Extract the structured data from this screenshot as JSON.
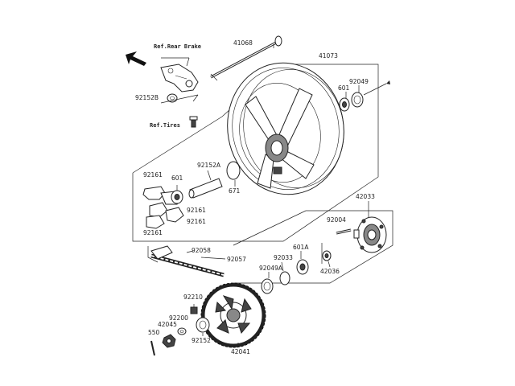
{
  "refs": {
    "rear_brake": "Ref.Rear Brake",
    "tires": "Ref.Tires"
  },
  "parts": {
    "p41068": "41068",
    "p41073": "41073",
    "p92152B": "92152B",
    "p601_top": "601",
    "p92049": "92049",
    "p92161_a": "92161",
    "p601_left": "601",
    "p92152A": "92152A",
    "p671": "671",
    "p92161_b": "92161",
    "p92161_c": "92161",
    "p92161_d": "92161",
    "p42033": "42033",
    "p92004": "92004",
    "p92058": "92058",
    "p92057": "92057",
    "p601A": "601A",
    "p92033": "92033",
    "p92049A": "92049A",
    "p42036": "42036",
    "p92210": "92210",
    "p92200": "92200",
    "p42045": "42045",
    "p550": "550",
    "p92152": "92152",
    "p42041": "42041"
  },
  "icons": {
    "direction_arrow": "front-direction-arrow-icon"
  }
}
